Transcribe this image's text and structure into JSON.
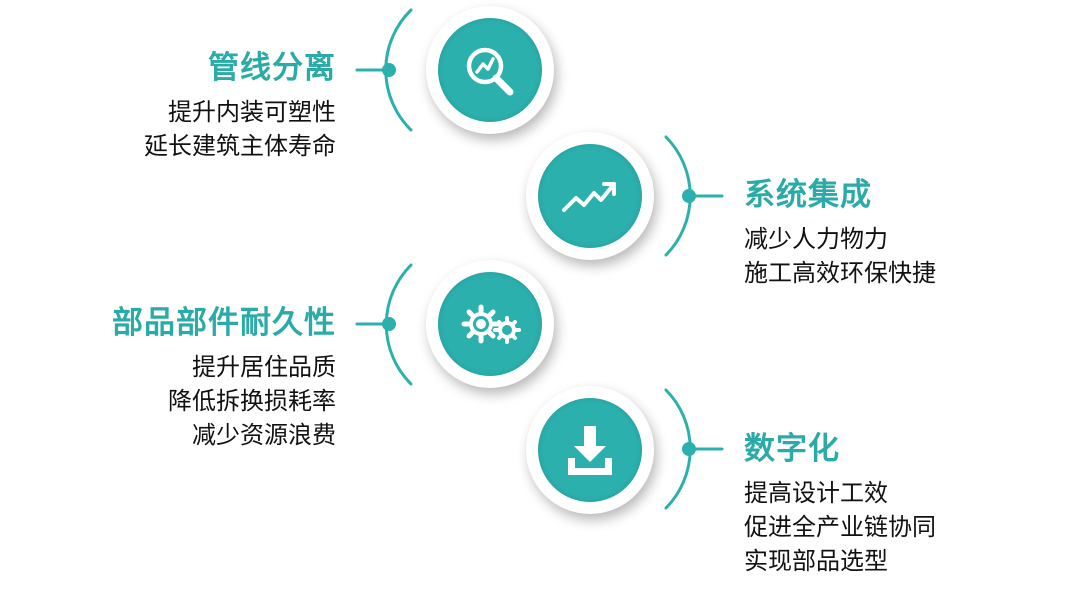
{
  "accent_color": "#2bb0ad",
  "items": [
    {
      "title": "管线分离",
      "icon": "search-chart-icon",
      "lines": [
        "提升内装可塑性",
        "延长建筑主体寿命"
      ]
    },
    {
      "title": "系统集成",
      "icon": "trend-up-icon",
      "lines": [
        "减少人力物力",
        "施工高效环保快捷"
      ]
    },
    {
      "title": "部品部件耐久性",
      "icon": "gears-icon",
      "lines": [
        "提升居住品质",
        "降低拆换损耗率",
        "减少资源浪费"
      ]
    },
    {
      "title": "数字化",
      "icon": "download-icon",
      "lines": [
        "提高设计工效",
        "促进全产业链协同",
        "实现部品选型"
      ]
    }
  ]
}
